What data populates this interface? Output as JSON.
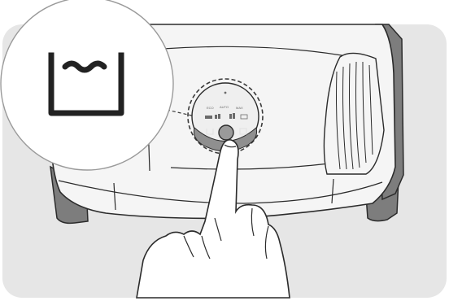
{
  "illustration": {
    "panel_labels": {
      "eco": "ECO",
      "auto": "AUTO",
      "max": "MAX"
    },
    "icons": [
      "water-tank-icon",
      "suction-level-icon",
      "hand-pointer-icon"
    ],
    "colors": {
      "background_panel": "#e6e6e6",
      "robot_body": "#f5f5f5",
      "outline": "#2b2b2b",
      "dark_parts": "#7a7a7a",
      "control_panel": "#8f8f8f",
      "highlight_dash": "#3a3a3a"
    }
  }
}
